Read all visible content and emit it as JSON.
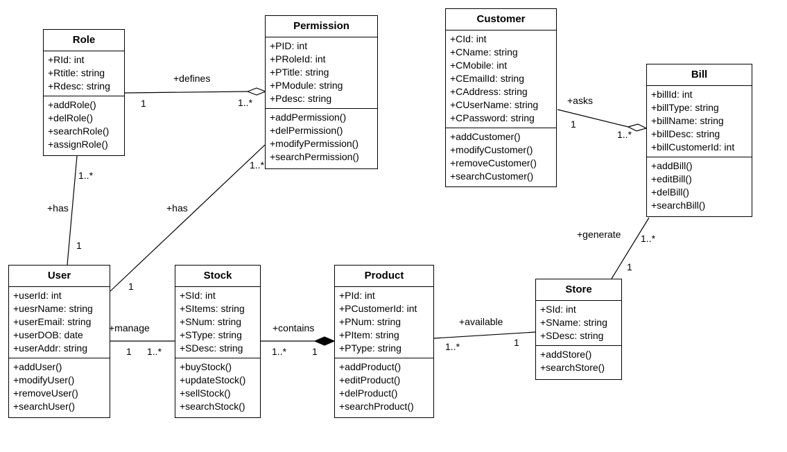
{
  "classes": {
    "role": {
      "name": "Role",
      "attributes": [
        "+RId: int",
        "+Rtitle: string",
        "+Rdesc: string"
      ],
      "methods": [
        "+addRole()",
        "+delRole()",
        "+searchRole()",
        "+assignRole()"
      ]
    },
    "permission": {
      "name": "Permission",
      "attributes": [
        "+PID: int",
        "+PRoleId: int",
        "+PTitle: string",
        "+PModule: string",
        "+Pdesc: string"
      ],
      "methods": [
        "+addPermission()",
        "+delPermission()",
        "+modifyPermission()",
        "+searchPermission()"
      ]
    },
    "customer": {
      "name": "Customer",
      "attributes": [
        "+CId: int",
        "+CName: string",
        "+CMobile: int",
        "+CEmailId: string",
        "+CAddress: string",
        "+CUserName: string",
        "+CPassword: string"
      ],
      "methods": [
        "+addCustomer()",
        "+modifyCustomer()",
        "+removeCustomer()",
        "+searchCustomer()"
      ]
    },
    "bill": {
      "name": "Bill",
      "attributes": [
        "+billId: int",
        "+billType: string",
        "+billName: string",
        "+billDesc: string",
        "+billCustomerId: int"
      ],
      "methods": [
        "+addBill()",
        "+editBill()",
        "+delBill()",
        "+searchBill()"
      ]
    },
    "user": {
      "name": "User",
      "attributes": [
        "+userId: int",
        "+uesrName: string",
        "+userEmail: string",
        "+userDOB: date",
        "+userAddr: string"
      ],
      "methods": [
        "+addUser()",
        "+modifyUser()",
        "+removeUser()",
        "+searchUser()"
      ]
    },
    "stock": {
      "name": "Stock",
      "attributes": [
        "+SId: int",
        "+SItems: string",
        "+SNum: string",
        "+SType: string",
        "+SDesc: string"
      ],
      "methods": [
        "+buyStock()",
        "+updateStock()",
        "+sellStock()",
        "+searchStock()"
      ]
    },
    "product": {
      "name": "Product",
      "attributes": [
        "+PId: int",
        "+PCustomerId: int",
        "+PNum: string",
        "+PItem: string",
        "+PType: string"
      ],
      "methods": [
        "+addProduct()",
        "+editProduct()",
        "+delProduct()",
        "+searchProduct()"
      ]
    },
    "store": {
      "name": "Store",
      "attributes": [
        "+SId: int",
        "+SName: string",
        "+SDesc: string"
      ],
      "methods": [
        "+addStore()",
        "+searchStore()"
      ]
    }
  },
  "associations": {
    "defines": {
      "label": "+defines",
      "src_mult": "1",
      "dst_mult": "1..*"
    },
    "asks": {
      "label": "+asks",
      "src_mult": "1",
      "dst_mult": "1..*"
    },
    "role_user": {
      "label": "+has",
      "src_mult": "1..*",
      "dst_mult": "1"
    },
    "user_permission": {
      "label": "+has",
      "src_mult": "1",
      "dst_mult": "1..*"
    },
    "manage": {
      "label": "+manage",
      "src_mult": "1",
      "dst_mult": "1..*"
    },
    "contains": {
      "label": "+contains",
      "src_mult": "1..*",
      "dst_mult": "1"
    },
    "available": {
      "label": "+available",
      "src_mult": "1..*",
      "dst_mult": "1"
    },
    "generate": {
      "label": "+generate",
      "src_mult": "1..*",
      "dst_mult": "1"
    }
  },
  "colors": {
    "line": "#000000",
    "background": "#ffffff",
    "text": "#000000"
  }
}
